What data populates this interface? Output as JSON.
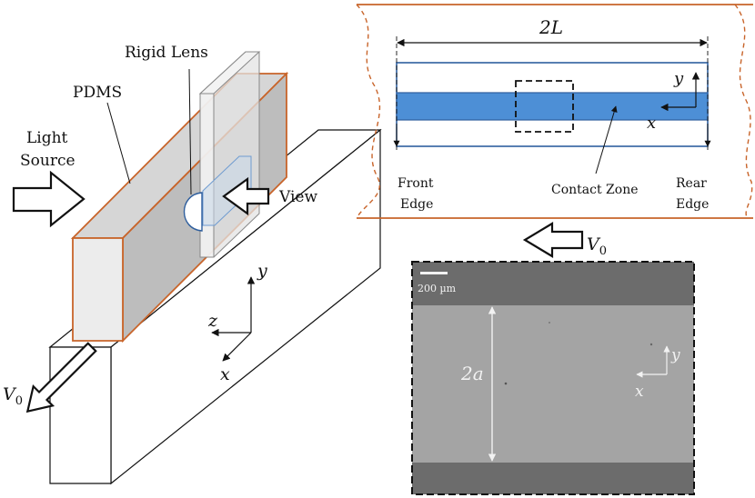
{
  "labels": {
    "rigid_lens": "Rigid Lens",
    "pdms": "PDMS",
    "light_source_line1": "Light",
    "light_source_line2": "Source",
    "view": "View",
    "axis_y": "y",
    "axis_z": "z",
    "axis_x": "x",
    "velocity": "V",
    "velocity_sub": "0"
  },
  "schematic": {
    "length_label": "2L",
    "front_edge_line1": "Front",
    "front_edge_line2": "Edge",
    "contact_zone": "Contact Zone",
    "rear_edge_line1": "Rear",
    "rear_edge_line2": "Edge",
    "axis_y": "y",
    "axis_x": "x"
  },
  "micrograph": {
    "scale_bar": "200 µm",
    "width_label": "2a",
    "axis_y": "y",
    "axis_x": "x"
  },
  "colors": {
    "pdms_edge": "#c8642a",
    "contact_blue": "#4d8fd6",
    "channel_outline": "#2f5f9e",
    "lens_fill": "#e6e6e6",
    "image_light": "#a4a4a4",
    "image_dark": "#6c6c6c"
  }
}
